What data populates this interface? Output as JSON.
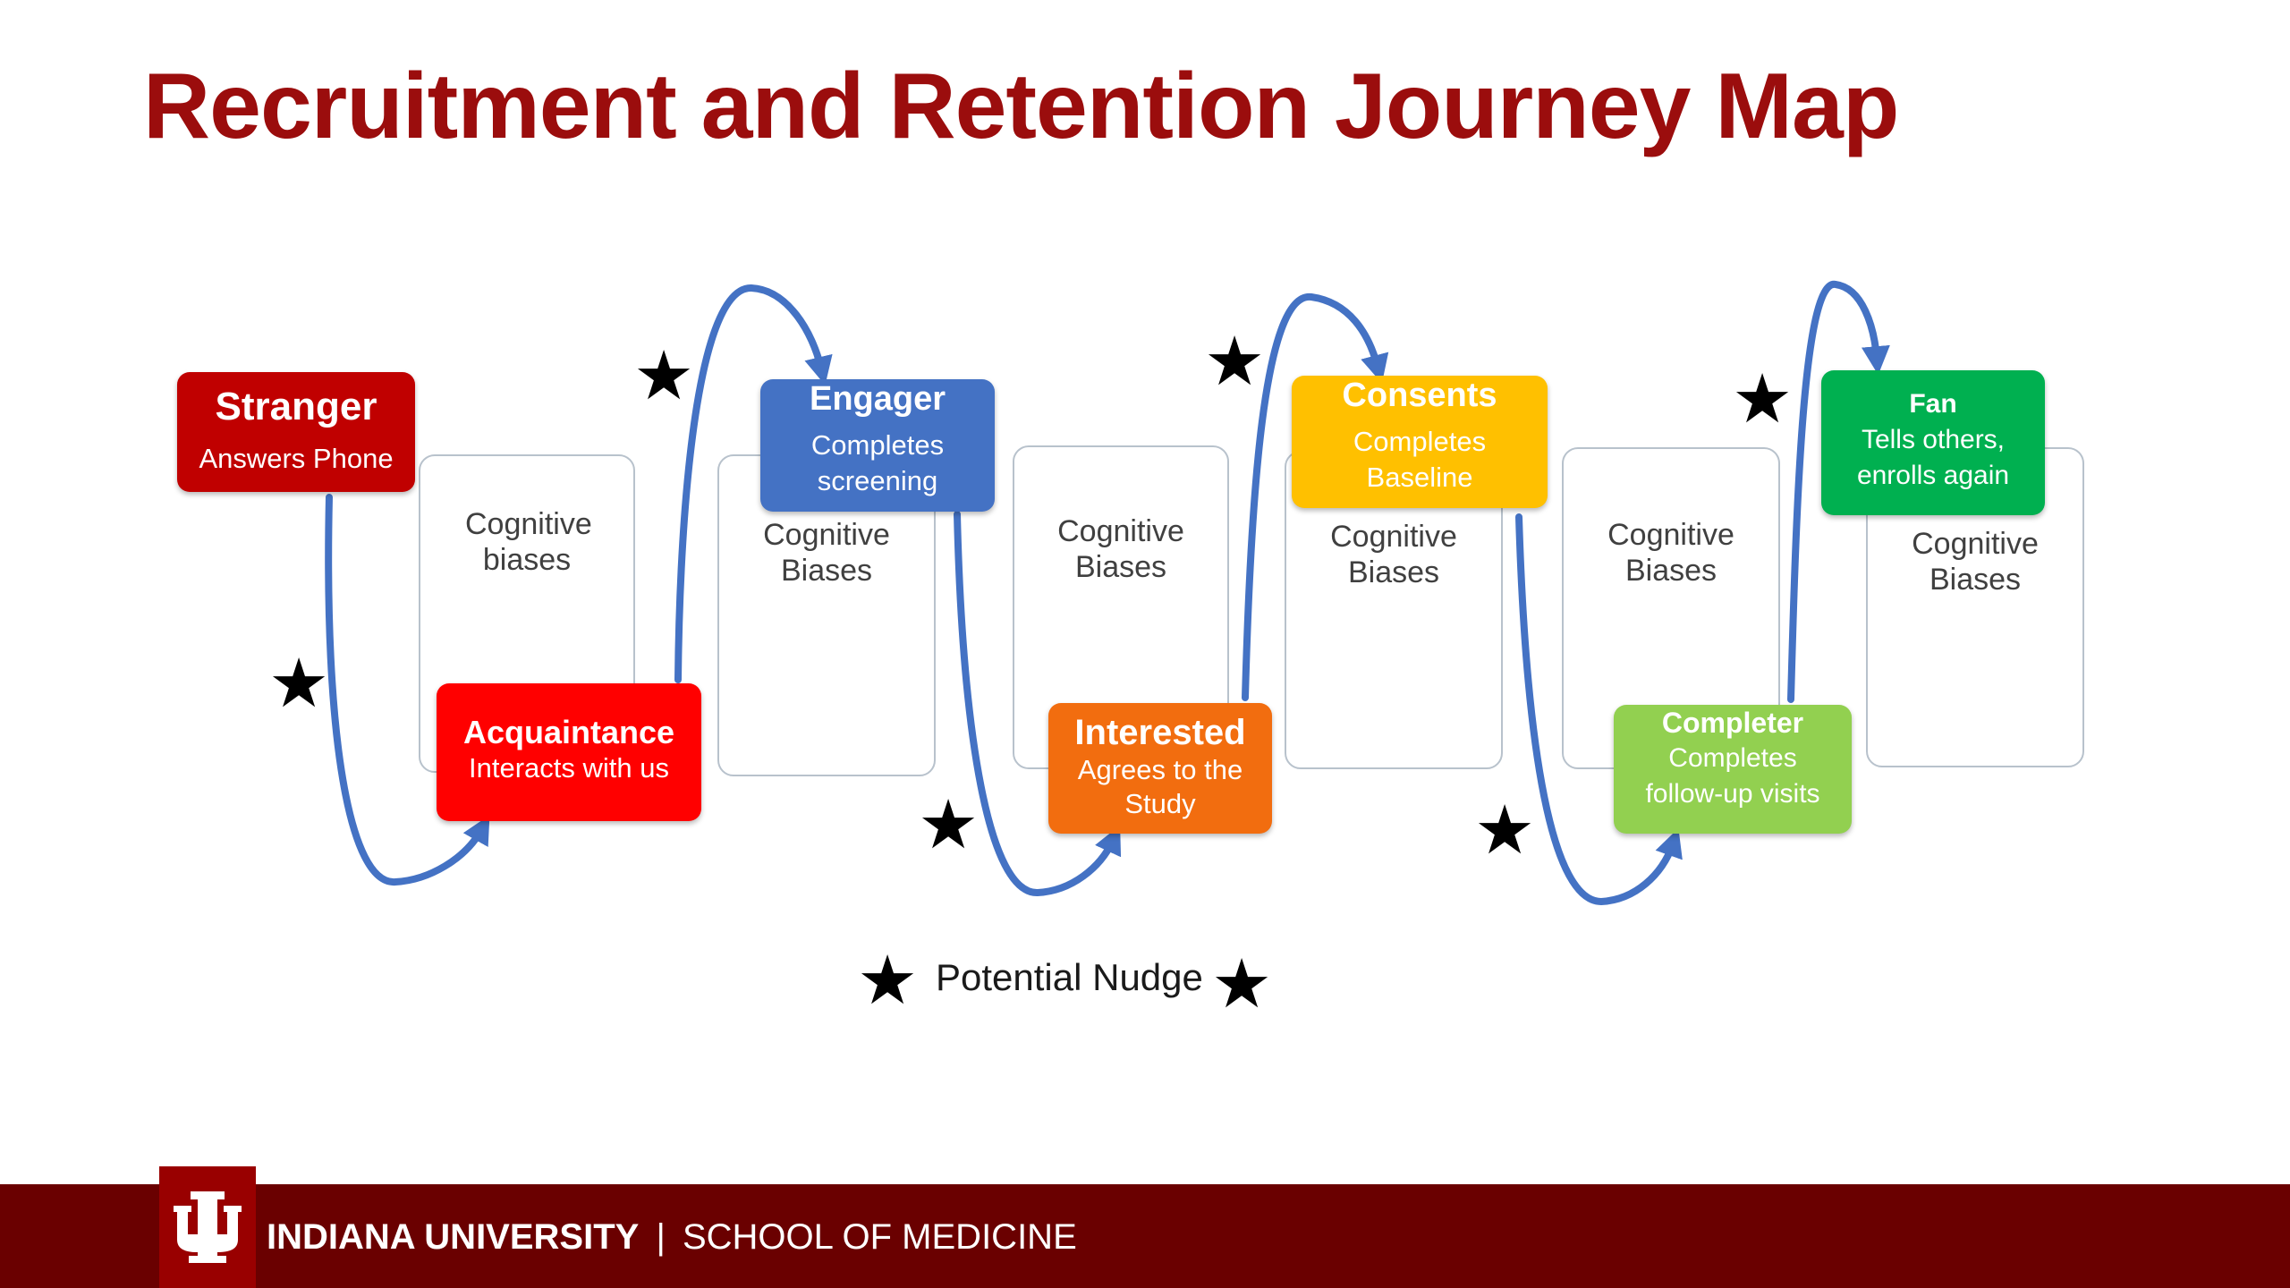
{
  "title": "Recruitment and Retention Journey Map",
  "stages": [
    {
      "name": "Stranger",
      "desc": "Answers Phone",
      "color": "#c00000"
    },
    {
      "name": "Acquaintance",
      "desc": "Interacts with us",
      "color": "#ff0000"
    },
    {
      "name": "Engager",
      "desc": "Completes screening",
      "color": "#4472c4"
    },
    {
      "name": "Interested",
      "desc": "Agrees to the Study",
      "color": "#f26d0f"
    },
    {
      "name": "Consents",
      "desc": "Completes Baseline",
      "color": "#ffc000"
    },
    {
      "name": "Completer",
      "desc": "Completes follow-up visits",
      "color": "#92d050"
    },
    {
      "name": "Fan",
      "desc": "Tells others, enrolls again",
      "color": "#00b050"
    }
  ],
  "panels": [
    "Cognitive biases",
    "Cognitive Biases",
    "Cognitive Biases",
    "Cognitive Biases",
    "Cognitive Biases",
    "Cognitive Biases"
  ],
  "legend": {
    "label": "Potential Nudge",
    "icon": "star-icon"
  },
  "footer": {
    "university": "INDIANA UNIVERSITY",
    "separator": "|",
    "school": "SCHOOL OF MEDICINE",
    "background": "#6a0000",
    "logo_color": "#990000",
    "logo_icon": "iu-trident-icon"
  },
  "colors": {
    "title": "#9b0d0d",
    "arrow": "#4472c4"
  }
}
